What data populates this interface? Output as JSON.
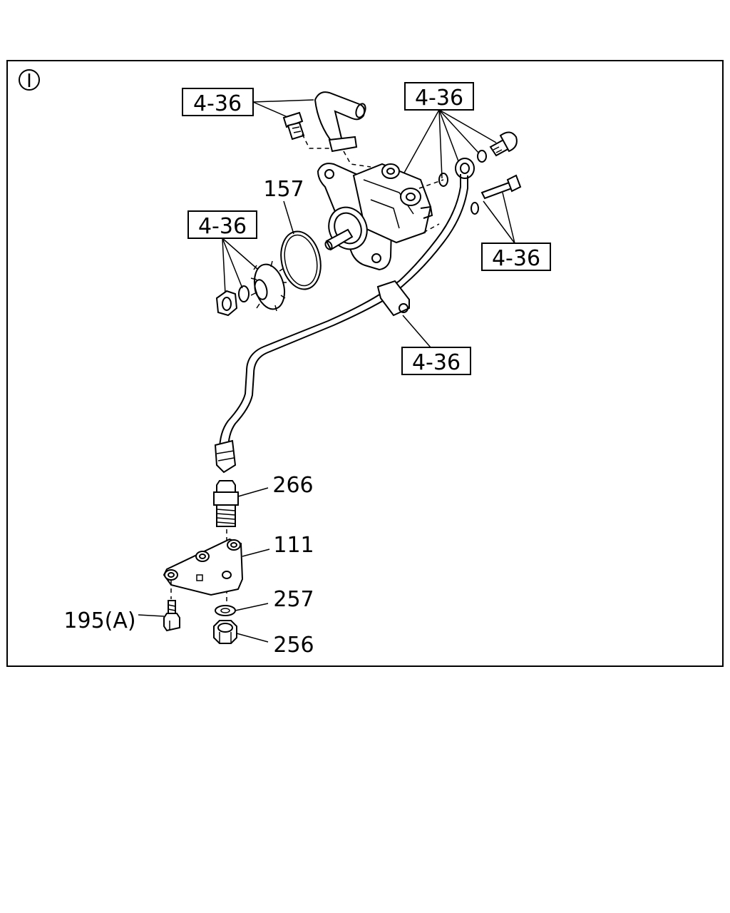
{
  "view_marker": "I",
  "ref_boxes": [
    {
      "id": "ref-a",
      "text": "4-36"
    },
    {
      "id": "ref-b",
      "text": "4-36"
    },
    {
      "id": "ref-c",
      "text": "4-36"
    },
    {
      "id": "ref-d",
      "text": "4-36"
    },
    {
      "id": "ref-e",
      "text": "4-36"
    }
  ],
  "part_labels": {
    "p157": "157",
    "p266": "266",
    "p111": "111",
    "p257": "257",
    "p256": "256",
    "p195": "195(A)"
  },
  "colors": {
    "line": "#000000",
    "background": "#ffffff"
  }
}
